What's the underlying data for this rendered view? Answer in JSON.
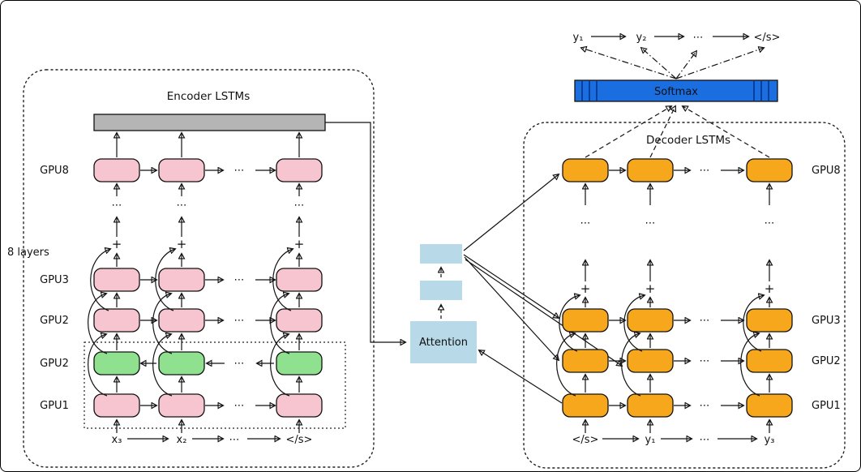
{
  "colors": {
    "encoder_cell": "#f7c5cf",
    "bidirectional_cell": "#8fe08f",
    "decoder_cell": "#f7a71b",
    "context_bar": "#b5b5b5",
    "softmax_bar": "#1a6ee0",
    "attention_box": "#b7d9e8"
  },
  "encoder": {
    "title": "Encoder LSTMs",
    "layers_note": "8 layers",
    "gpu_labels": {
      "row8": "GPU8",
      "row3": "GPU3",
      "row2f": "GPU2",
      "row2b": "GPU2",
      "row1": "GPU1"
    },
    "input_tokens": {
      "t1": "x₃",
      "t2": "x₂",
      "dots": "⋯",
      "t3": "</s>"
    },
    "ellipsis": "⋯",
    "plus": "+"
  },
  "decoder": {
    "title": "Decoder LSTMs",
    "gpu_labels": {
      "row8": "GPU8",
      "row3": "GPU3",
      "row2": "GPU2",
      "row1": "GPU1"
    },
    "input_tokens": {
      "t1": "</s>",
      "t2": "y₁",
      "dots": "⋯",
      "t3": "y₃"
    },
    "ellipsis": "⋯",
    "plus": "+"
  },
  "attention": {
    "label": "Attention"
  },
  "softmax": {
    "label": "Softmax"
  },
  "output_tokens": {
    "t1": "y₁",
    "t2": "y₂",
    "dots": "⋯",
    "t3": "</s>"
  }
}
